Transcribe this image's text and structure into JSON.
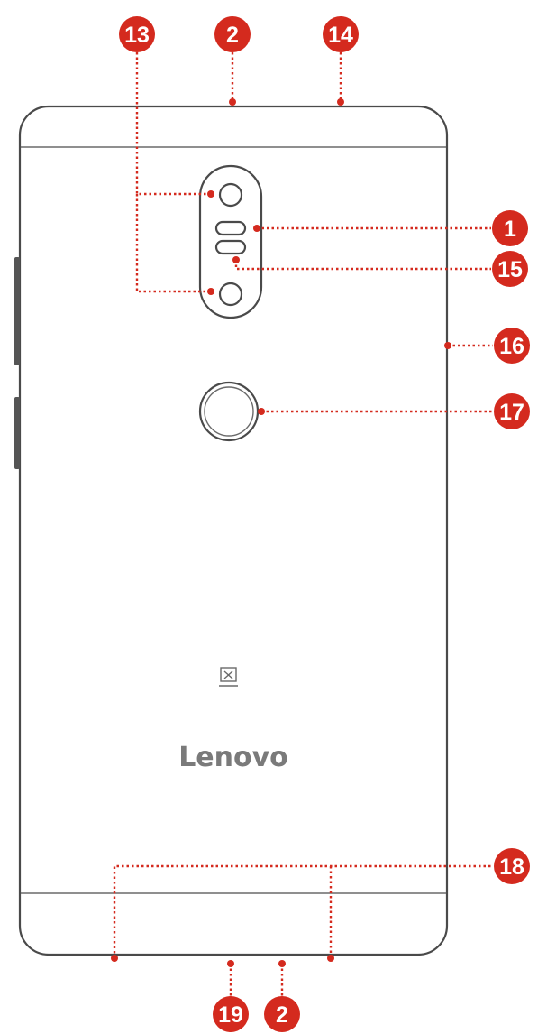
{
  "brand": {
    "logo_text": "Lenovo"
  },
  "callouts": [
    {
      "id": "13",
      "label": "13"
    },
    {
      "id": "2-top",
      "label": "2"
    },
    {
      "id": "14",
      "label": "14"
    },
    {
      "id": "1",
      "label": "1"
    },
    {
      "id": "15",
      "label": "15"
    },
    {
      "id": "16",
      "label": "16"
    },
    {
      "id": "17",
      "label": "17"
    },
    {
      "id": "18",
      "label": "18"
    },
    {
      "id": "19",
      "label": "19"
    },
    {
      "id": "2-bottom",
      "label": "2"
    }
  ],
  "colors": {
    "callout": "#d42a1e",
    "outline": "#4a4a4a",
    "logo": "#7a7a7a"
  }
}
